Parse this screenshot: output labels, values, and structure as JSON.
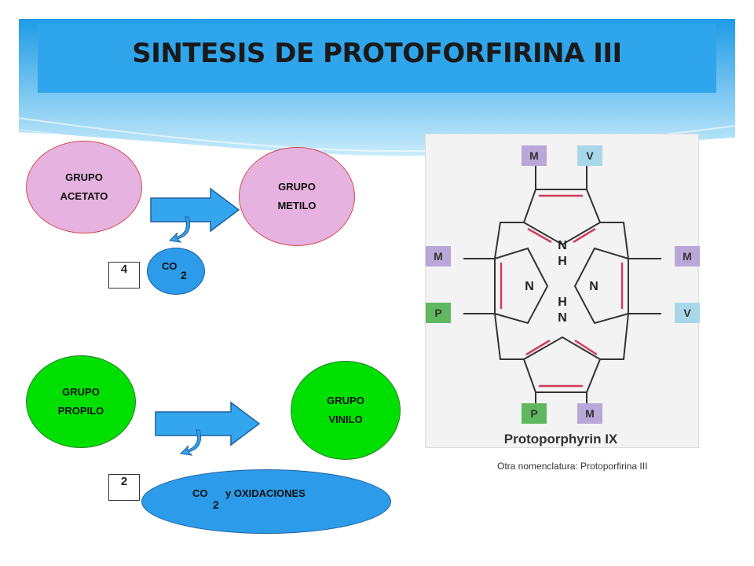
{
  "title": "SINTESIS DE PROTOFORFIRINA III",
  "row1": {
    "source": [
      "GRUPO",
      "ACETATO"
    ],
    "target": [
      "GRUPO",
      "METILO"
    ],
    "count": "4",
    "byproduct": {
      "main": "CO",
      "sub": "2"
    }
  },
  "row2": {
    "source": [
      "GRUPO",
      "PROPILO"
    ],
    "target": [
      "GRUPO",
      "VINILO"
    ],
    "count": "2",
    "byproduct": {
      "main": "CO",
      "sub": "2",
      "suffix": "y OXIDACIONES"
    }
  },
  "structure": {
    "name": "Protoporphyrin IX",
    "substituents": {
      "top_left": "M",
      "top_right": "V",
      "right_top": "M",
      "right_bottom": "V",
      "bottom_left": "P",
      "bottom_right": "M",
      "left_top": "M",
      "left_bottom": "P"
    },
    "nitrogens": {
      "top": "N",
      "top_h": "H",
      "left": "N",
      "right": "N",
      "bottom": "N",
      "bottom_h": "H"
    },
    "colors": {
      "M": "#b8a8d8",
      "V": "#a8d8e8",
      "P": "#5fb85f"
    }
  },
  "caption": "Otra nomenclatura: Protoporfirina III"
}
